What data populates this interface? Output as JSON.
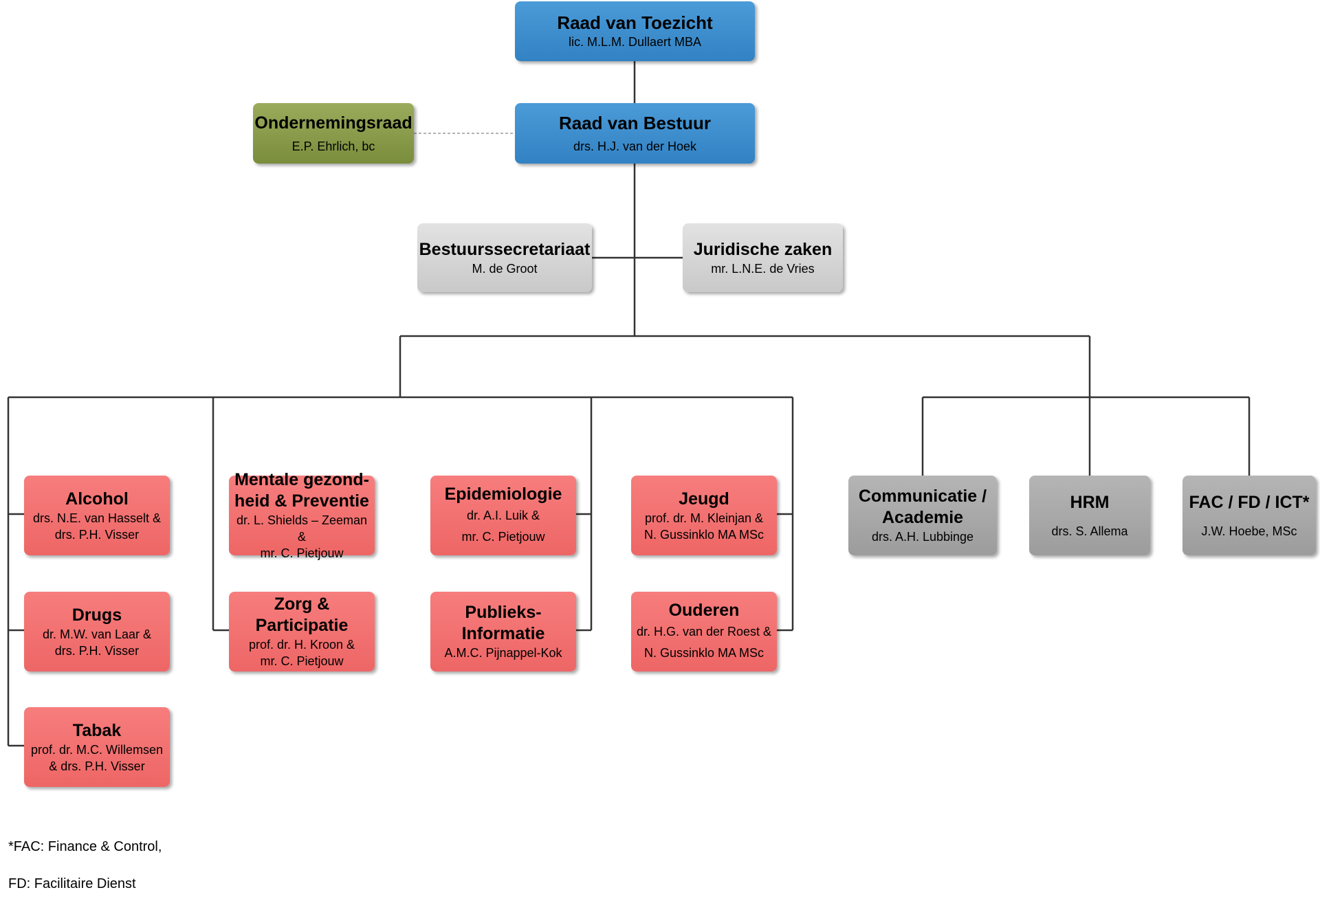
{
  "board": {
    "supervisory": {
      "title": "Raad van Toezicht",
      "person": "lic. M.L.M. Dullaert MBA"
    },
    "executive": {
      "title": "Raad van Bestuur",
      "person": "drs. H.J. van der Hoek"
    },
    "works_council": {
      "title": "Ondernemingsraad",
      "person": "E.P. Ehrlich, bc"
    }
  },
  "staff": {
    "secretariat": {
      "title": "Bestuurssecretariaat",
      "person": "M. de Groot"
    },
    "legal": {
      "title": "Juridische zaken",
      "person": "mr. L.N.E. de Vries"
    }
  },
  "programs": {
    "alcohol": {
      "title": "Alcohol",
      "person1": "drs. N.E. van Hasselt &",
      "person2": "drs. P.H. Visser"
    },
    "drugs": {
      "title": "Drugs",
      "person1": "dr. M.W. van Laar &",
      "person2": "drs. P.H. Visser"
    },
    "tabak": {
      "title": "Tabak",
      "person1": "prof. dr. M.C. Willemsen",
      "person2": "& drs. P.H. Visser"
    },
    "mentale": {
      "title1": "Mentale gezond-",
      "title2": "heid & Preventie",
      "person1": "dr. L. Shields – Zeeman &",
      "person2": "mr. C. Pietjouw"
    },
    "zorg": {
      "title1": "Zorg &",
      "title2": "Participatie",
      "person1": "prof. dr. H. Kroon &",
      "person2": "mr. C. Pietjouw"
    },
    "epidemiologie": {
      "title": "Epidemiologie",
      "person1": "dr. A.I. Luik &",
      "person2": "mr. C. Pietjouw"
    },
    "publieks": {
      "title1": "Publieks-",
      "title2": "Informatie",
      "person": "A.M.C. Pijnappel-Kok"
    },
    "jeugd": {
      "title": "Jeugd",
      "person1": "prof. dr. M. Kleinjan &",
      "person2": "N. Gussinklo MA MSc"
    },
    "ouderen": {
      "title": "Ouderen",
      "person1": "dr. H.G. van der Roest &",
      "person2": "N. Gussinklo MA MSc"
    }
  },
  "support": {
    "communicatie": {
      "title1": "Communicatie /",
      "title2": "Academie",
      "person": "drs. A.H. Lubbinge"
    },
    "hrm": {
      "title": "HRM",
      "person": "drs. S. Allema"
    },
    "fac": {
      "title": "FAC / FD / ICT*",
      "person": "J.W. Hoebe, MSc"
    }
  },
  "footnote": {
    "line1": "*FAC: Finance & Control,",
    "line2": "FD: Facilitaire Dienst"
  },
  "colors": {
    "board": "#3d8cce",
    "works_council": "#87993f",
    "staff": "#d7d7d7",
    "program": "#f27272",
    "support": "#a8a8a8",
    "connector": "#333333",
    "dashed_connector": "#999999"
  }
}
